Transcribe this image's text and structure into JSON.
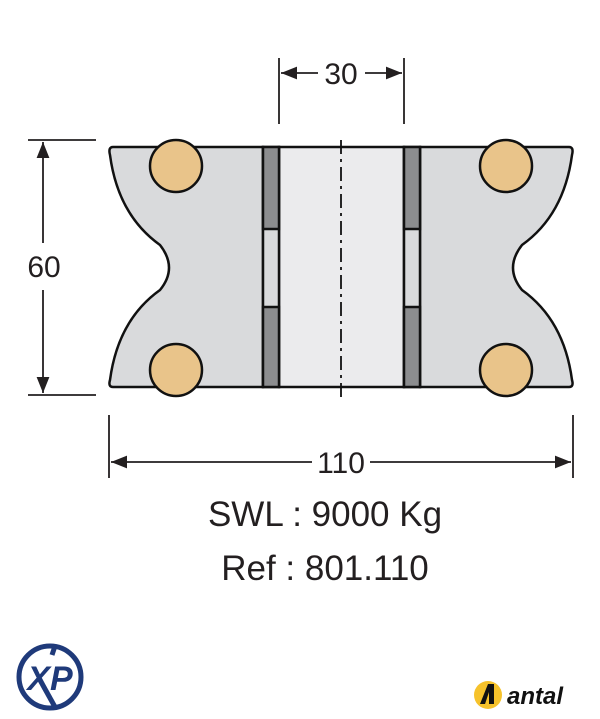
{
  "dimensions": {
    "width_top": "30",
    "height": "60",
    "width_total": "110"
  },
  "specs": {
    "swl": "SWL : 9000 Kg",
    "ref": "Ref : 801.110"
  },
  "logos": {
    "left": "XP",
    "right": "antal"
  },
  "colors": {
    "body": "#d9dadc",
    "center": "#ebebed",
    "strip": "#8c8d8f",
    "roller": "#e9c48a",
    "xp_blue": "#1f3a7a",
    "antal_yellow": "#f6c22b"
  }
}
